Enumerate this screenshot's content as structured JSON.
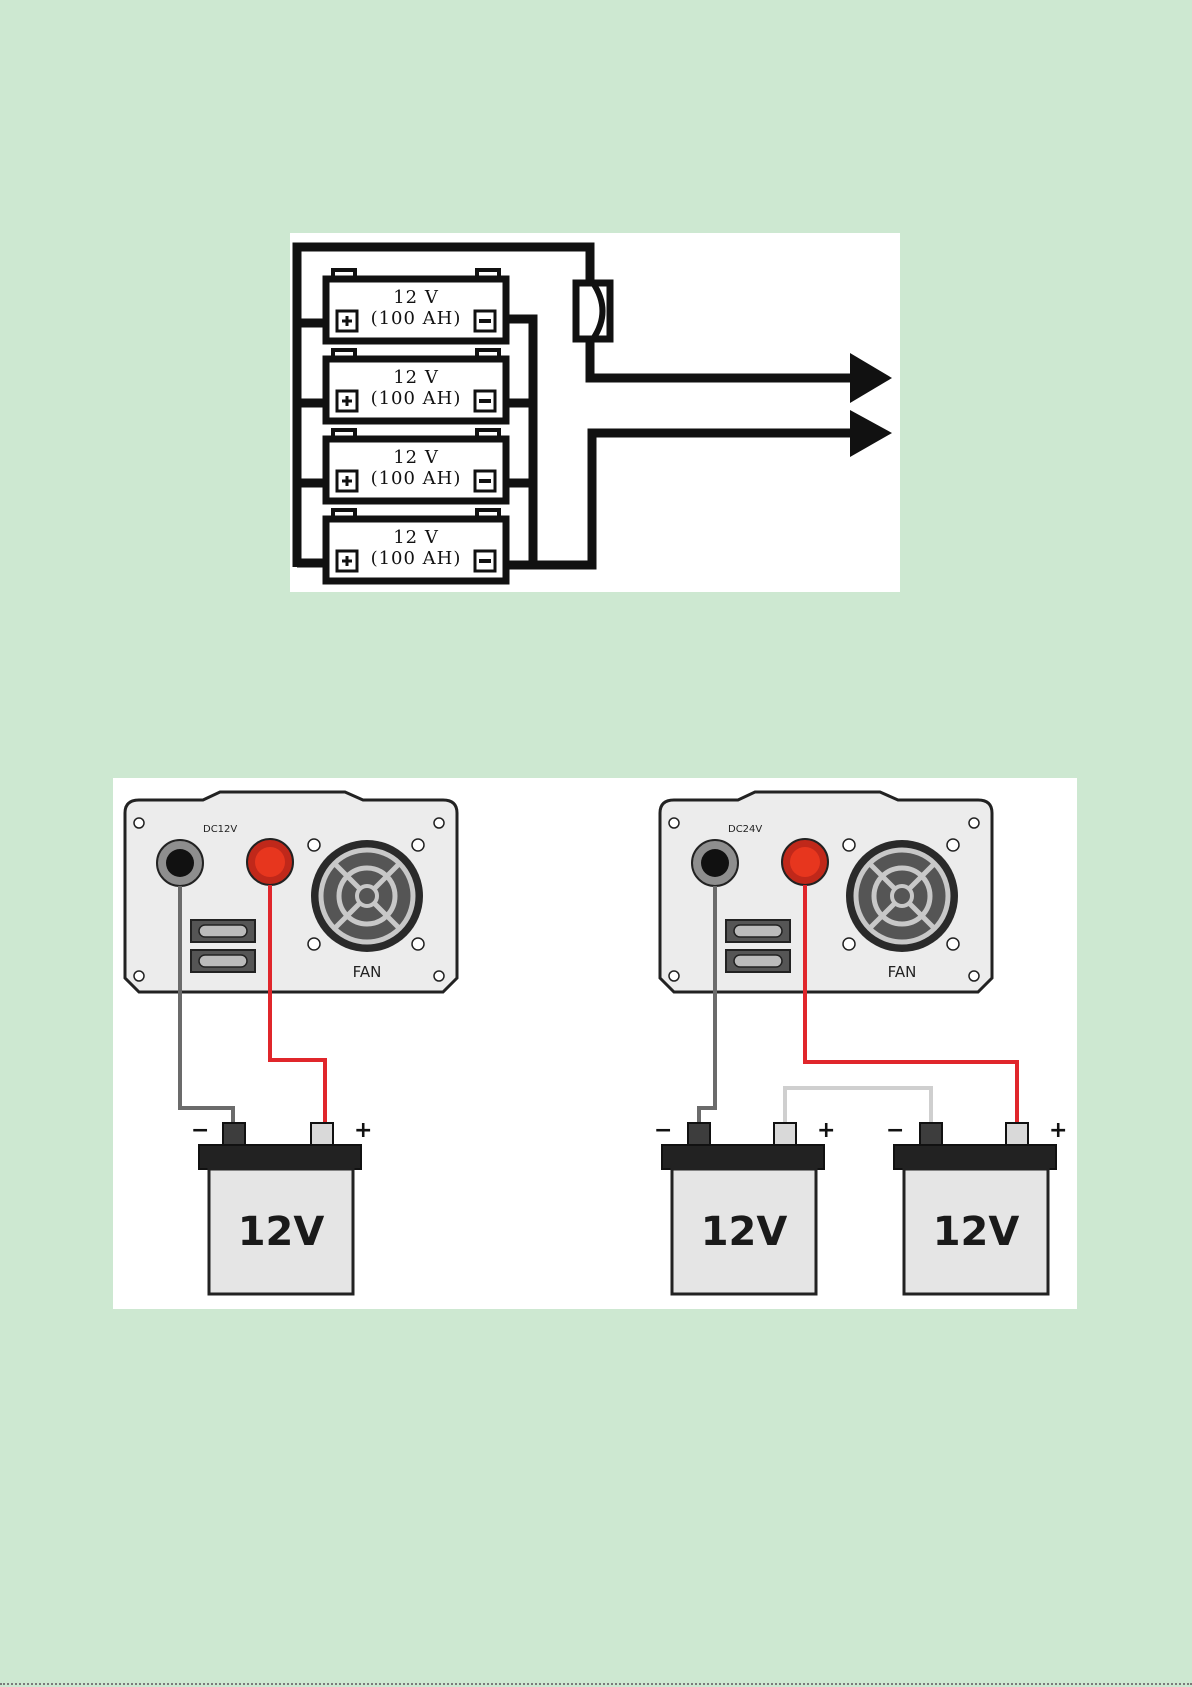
{
  "parallel_diagram": {
    "battery_voltage": "12 V",
    "battery_capacity": "(100 AH)",
    "battery_count": 4,
    "positive_symbol": "+",
    "negative_symbol": "−"
  },
  "wiring_diagram": {
    "inverter_12v": {
      "input_label": "DC12V",
      "fan_label": "FAN"
    },
    "inverter_24v": {
      "input_label": "DC24V",
      "fan_label": "FAN"
    },
    "battery_label": "12V",
    "minus_sign": "−",
    "plus_sign": "+",
    "colors": {
      "positive_wire": "#e0262b",
      "negative_wire": "#6b6b6b",
      "bridge_wire": "#cfcfcf",
      "red_terminal": "#e7361e"
    }
  }
}
